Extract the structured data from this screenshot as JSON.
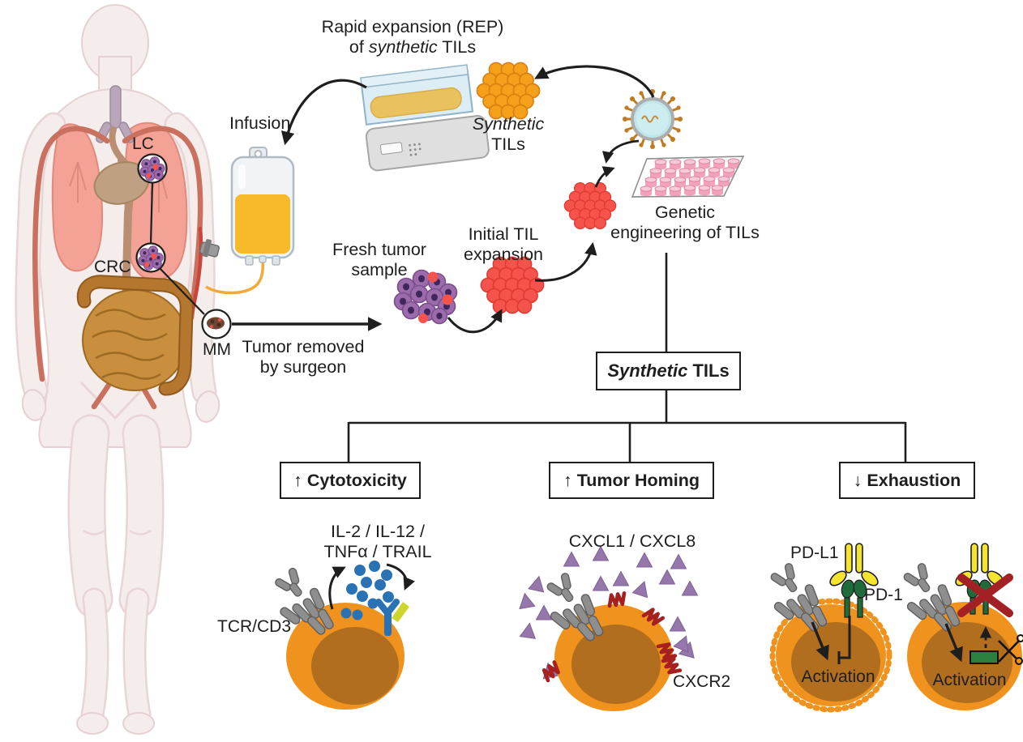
{
  "body_map": {
    "lung_cancer_label": "LC",
    "colorectal_cancer_label": "CRC",
    "melanoma_label": "MM"
  },
  "flow": {
    "rapid_expansion_l1": "Rapid expansion (REP)",
    "rapid_expansion_l2a": "of ",
    "rapid_expansion_l2b": "synthetic",
    "rapid_expansion_l2c": " TILs",
    "infusion": "Infusion",
    "synthetic_cluster_l1": "Synthetic",
    "synthetic_cluster_l2": "TILs",
    "fresh_tumor_l1": "Fresh tumor",
    "fresh_tumor_l2": "sample",
    "initial_l1": "Initial TIL",
    "initial_l2": "expansion",
    "genetic_l1": "Genetic",
    "genetic_l2": "engineering of TILs",
    "removed_l1": "Tumor removed",
    "removed_l2": "by surgeon",
    "synthetic_box_italic": "Synthetic",
    "synthetic_box_rest": " TILs"
  },
  "branches": {
    "cytotoxicity": {
      "title": "↑ Cytotoxicity",
      "cytokines_l1": "IL-2 / IL-12 /",
      "cytokines_l2": "TNFα / TRAIL",
      "receptor": "TCR/CD3"
    },
    "homing": {
      "title": "↑ Tumor Homing",
      "chemokines": "CXCL1 / CXCL8",
      "receptor": "CXCR2"
    },
    "exhaustion": {
      "title": "↓ Exhaustion",
      "ligand": "PD-L1",
      "receptor": "PD-1",
      "activation_inhibited": "Activation",
      "activation_restored": "Activation"
    }
  },
  "colors": {
    "til_cell_orange": "#F0921E",
    "til_nucleus": "#B06E1E",
    "initial_til_red": "#F4544C",
    "synthetic_til_orange": "#F5A01B",
    "tumor_purple": "#9C6BAB",
    "chemokine_purple": "#9577AB",
    "cxcr2_red": "#A6201F",
    "pdl1_yellow": "#F4E32F",
    "pd1_green": "#206B3B",
    "virus_teal": "#BFE5E9",
    "infusion_fluid": "#F6BA2A",
    "line_black": "#1E1E1E"
  }
}
